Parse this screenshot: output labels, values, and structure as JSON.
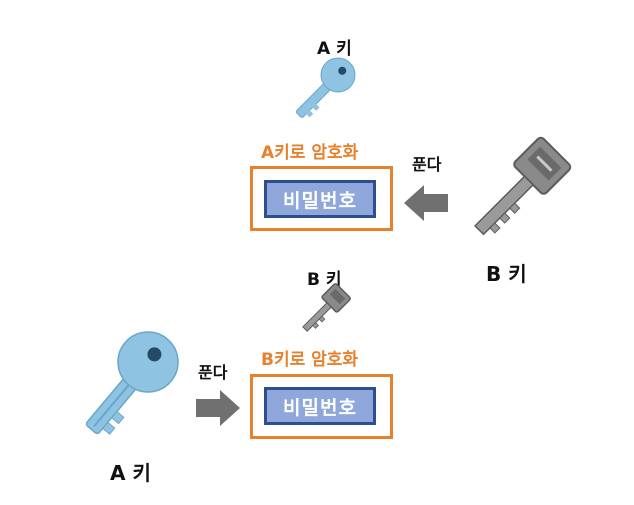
{
  "top": {
    "key_label": "A 키",
    "encrypt_label": "A키로 암호화",
    "password_label": "비밀번호",
    "unlock_label": "푼다",
    "unlock_key_label": "B 키"
  },
  "bottom": {
    "key_label": "B 키",
    "encrypt_label": "B키로 암호화",
    "password_label": "비밀번호",
    "unlock_label": "푼다",
    "unlock_key_label": "A 키"
  },
  "colors": {
    "accent_orange": "#e8812e",
    "password_fill": "#8fa7db",
    "password_border": "#2f4e8e",
    "key_a_blue": "#8ec3e2",
    "key_b_gray": "#8a8a8a",
    "arrow_gray": "#707070"
  },
  "icons": [
    "blue-key-icon",
    "gray-key-icon",
    "arrow-left-icon",
    "arrow-right-icon"
  ]
}
